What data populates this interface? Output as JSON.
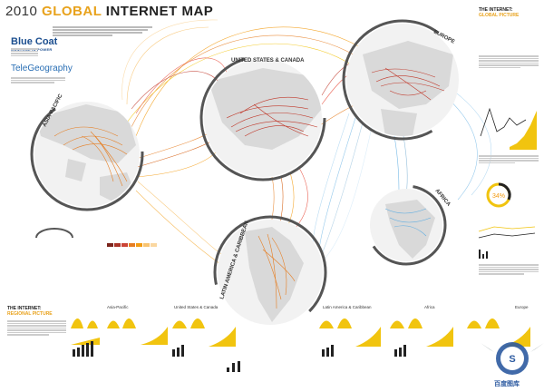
{
  "header": {
    "year": "2010",
    "title_main": "GLOBAL",
    "title_rest": "INTERNET MAP"
  },
  "sponsors": {
    "bluecoat": "Blue Coat",
    "bluecoat_tag": "CONTROL IS POWER",
    "telegeography": "TeleGeography"
  },
  "regions": {
    "us_canada": "UNITED STATES & CANADA",
    "europe": "EUROPE",
    "asia_pacific": "ASIA-PACIFIC",
    "latin_america": "LATIN AMERICA & CARIBBEAN",
    "africa": "AFRICA"
  },
  "right_panel": {
    "heading_line1": "THE INTERNET:",
    "heading_line2": "GLOBAL PICTURE",
    "donut_pct": "34%"
  },
  "bottom_panel": {
    "heading_line1": "THE INTERNET:",
    "heading_line2": "REGIONAL PICTURE",
    "cols": [
      "Asia-Pacific",
      "United States & Canada",
      "Latin America & Caribbean",
      "Africa",
      "Europe"
    ]
  },
  "colors": {
    "accent": "#e8a21c",
    "brand_blue": "#1b4e8f",
    "ring": "#555555"
  },
  "watermark": "百度图库"
}
